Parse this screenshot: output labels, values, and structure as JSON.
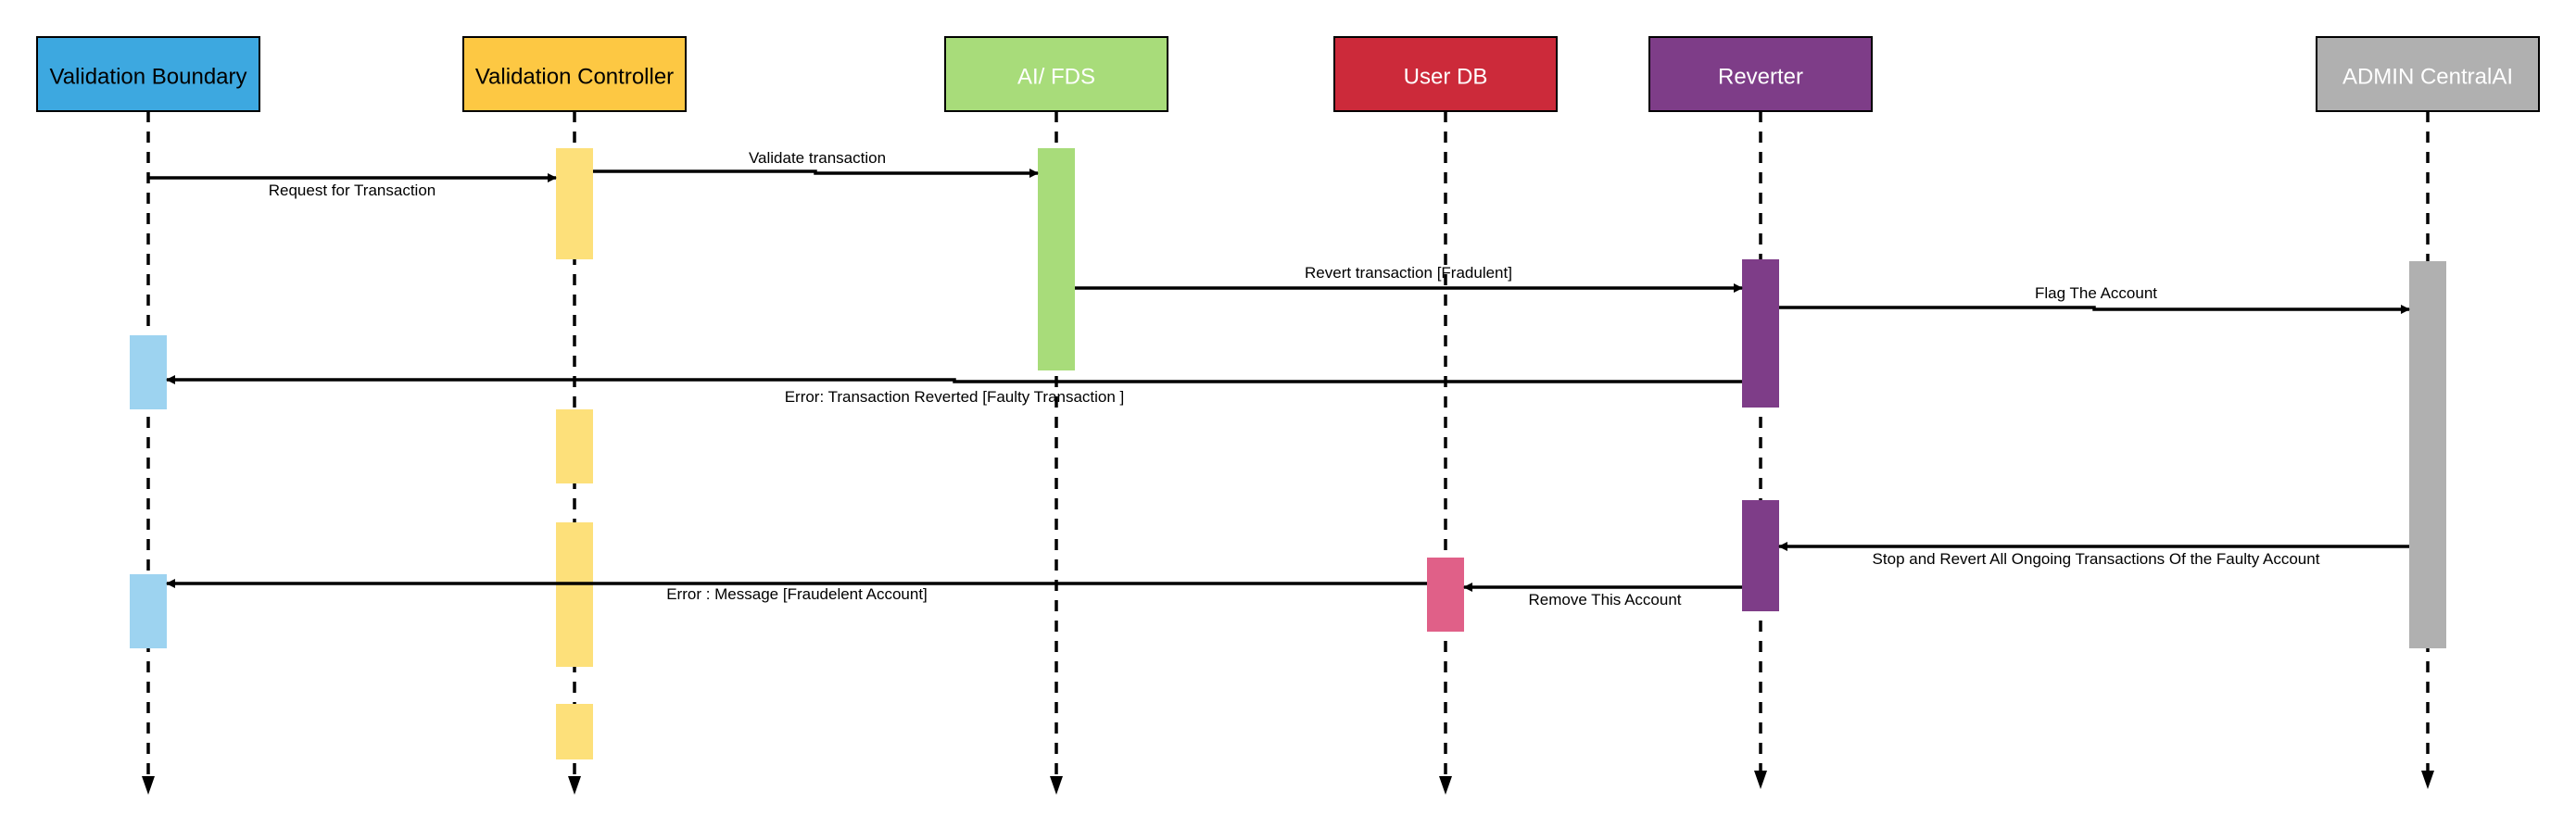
{
  "actors": [
    {
      "id": "vb",
      "label": "Validation Boundary",
      "fill": "#3da8e0",
      "text_color": "#000000",
      "activation_color": "#9dd3f0"
    },
    {
      "id": "vc",
      "label": "Validation Controller",
      "fill": "#fdc843",
      "text_color": "#000000",
      "activation_color": "#fde07a"
    },
    {
      "id": "fds",
      "label": "AI/ FDS",
      "fill": "#a8dc7a",
      "text_color": "#ffffff",
      "activation_color": "#a8dc7a"
    },
    {
      "id": "udb",
      "label": "User DB",
      "fill": "#cc2a3a",
      "text_color": "#ffffff",
      "activation_color": "#e06088"
    },
    {
      "id": "rev",
      "label": "Reverter",
      "fill": "#7e3d88",
      "text_color": "#ffffff",
      "activation_color": "#7e3d88"
    },
    {
      "id": "adm",
      "label": "ADMIN CentralAI",
      "fill": "#b0b0b0",
      "text_color": "#ffffff",
      "activation_color": "#b0b0b0"
    }
  ],
  "messages": [
    {
      "from": "vb",
      "to": "vc",
      "label": "Request for Transaction"
    },
    {
      "from": "vc",
      "to": "fds",
      "label": "Validate transaction"
    },
    {
      "from": "fds",
      "to": "rev",
      "label": "Revert transaction [Fradulent]"
    },
    {
      "from": "rev",
      "to": "adm",
      "label": "Flag The Account"
    },
    {
      "from": "rev",
      "to": "vb",
      "label": "Error: Transaction Reverted [Faulty Transaction ]"
    },
    {
      "from": "adm",
      "to": "rev",
      "label": "Stop and Revert All Ongoing Transactions Of the Faulty Account"
    },
    {
      "from": "rev",
      "to": "udb",
      "label": "Remove This Account"
    },
    {
      "from": "udb",
      "to": "vb",
      "label": "Error : Message [Fraudelent Account]"
    }
  ]
}
